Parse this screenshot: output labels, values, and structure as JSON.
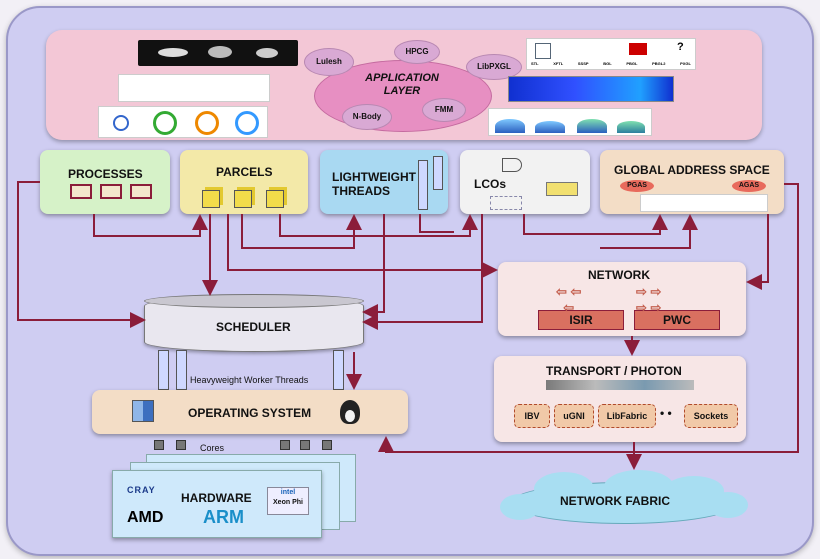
{
  "application": {
    "title_line1": "APPLICATION",
    "title_line2": "LAYER",
    "bubbles": [
      "Lulesh",
      "HPCG",
      "LibPXGL",
      "N-Body",
      "FMM"
    ],
    "thumb_labels": [
      "STL",
      "XFTL",
      "SSSP",
      "BGL",
      "PBGL",
      "PBGL2",
      "PXGL"
    ]
  },
  "processes": {
    "label": "PROCESSES"
  },
  "parcels": {
    "label": "PARCELS"
  },
  "lightweight": {
    "label_line1": "LIGHTWEIGHT",
    "label_line2": "THREADS"
  },
  "lcos": {
    "label": "LCOs"
  },
  "gas": {
    "label": "GLOBAL ADDRESS SPACE",
    "pgas": "PGAS",
    "agas": "AGAS"
  },
  "network": {
    "label": "NETWORK",
    "isir": "ISIR",
    "pwc": "PWC"
  },
  "scheduler": {
    "label": "SCHEDULER"
  },
  "heavyweight": {
    "label": "Heavyweight Worker Threads"
  },
  "transport": {
    "label": "TRANSPORT / PHOTON",
    "ibv": "IBV",
    "ugni": "uGNI",
    "libfabric": "LibFabric",
    "dots": "•  •",
    "sockets": "Sockets"
  },
  "os": {
    "label": "OPERATING SYSTEM"
  },
  "cores": {
    "label": "Cores"
  },
  "hardware": {
    "label": "HARDWARE",
    "cray": "CRAY",
    "amd": "AMD",
    "arm": "ARM",
    "intel_line1": "intel",
    "intel_line2": "Xeon Phi"
  },
  "fabric": {
    "label": "NETWORK FABRIC"
  },
  "colors": {
    "arrow": "#8b1d3a",
    "frame": "#cfcdf2",
    "app": "#f3c7d6"
  }
}
